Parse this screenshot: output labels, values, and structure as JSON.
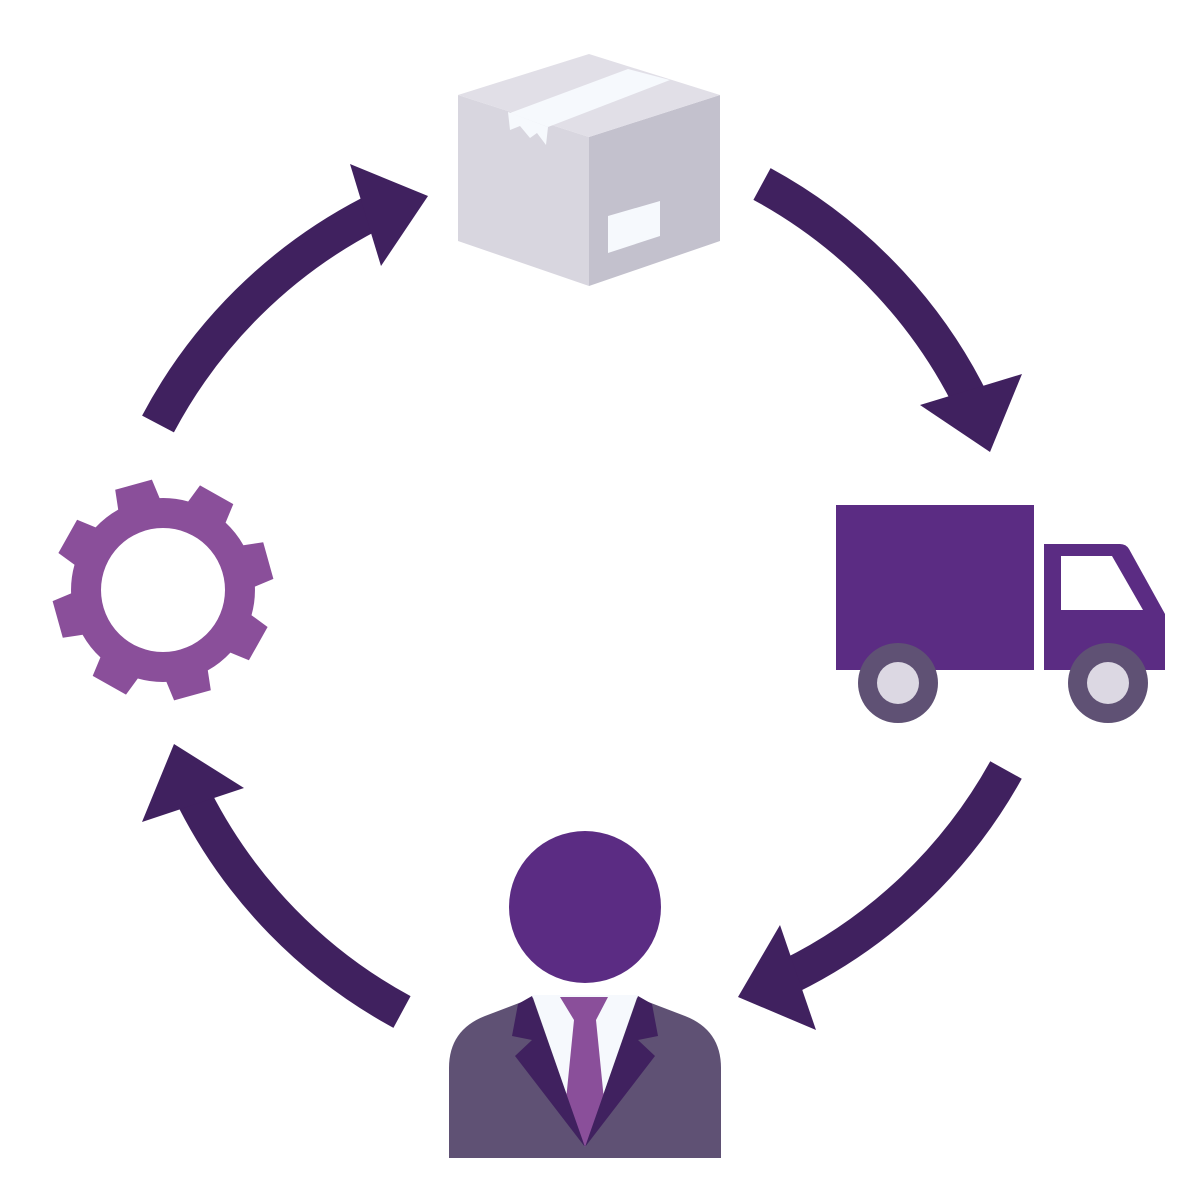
{
  "diagram": {
    "type": "cycle",
    "nodes": [
      {
        "id": "package",
        "icon": "package-box-icon"
      },
      {
        "id": "delivery",
        "icon": "delivery-truck-icon"
      },
      {
        "id": "customer",
        "icon": "businessman-icon"
      },
      {
        "id": "processing",
        "icon": "gear-icon"
      }
    ],
    "edges": [
      {
        "from": "processing",
        "to": "package"
      },
      {
        "from": "package",
        "to": "delivery"
      },
      {
        "from": "delivery",
        "to": "customer"
      },
      {
        "from": "customer",
        "to": "processing"
      }
    ]
  },
  "colors": {
    "arrow": "#40215F",
    "gear": "#8A4F9A",
    "truck": "#5B2C83",
    "wheel": "#5F5174",
    "hub": "#DCD8E3",
    "box_left": "#D8D6DF",
    "box_front": "#C3C1CD",
    "box_top": "#E1DFE7",
    "tape": "#F6F9FD",
    "head": "#5B2C83",
    "suit": "#5F5174",
    "lapel": "#40215F",
    "tie": "#8A4F9A",
    "shirt": "#F6F9FD"
  }
}
